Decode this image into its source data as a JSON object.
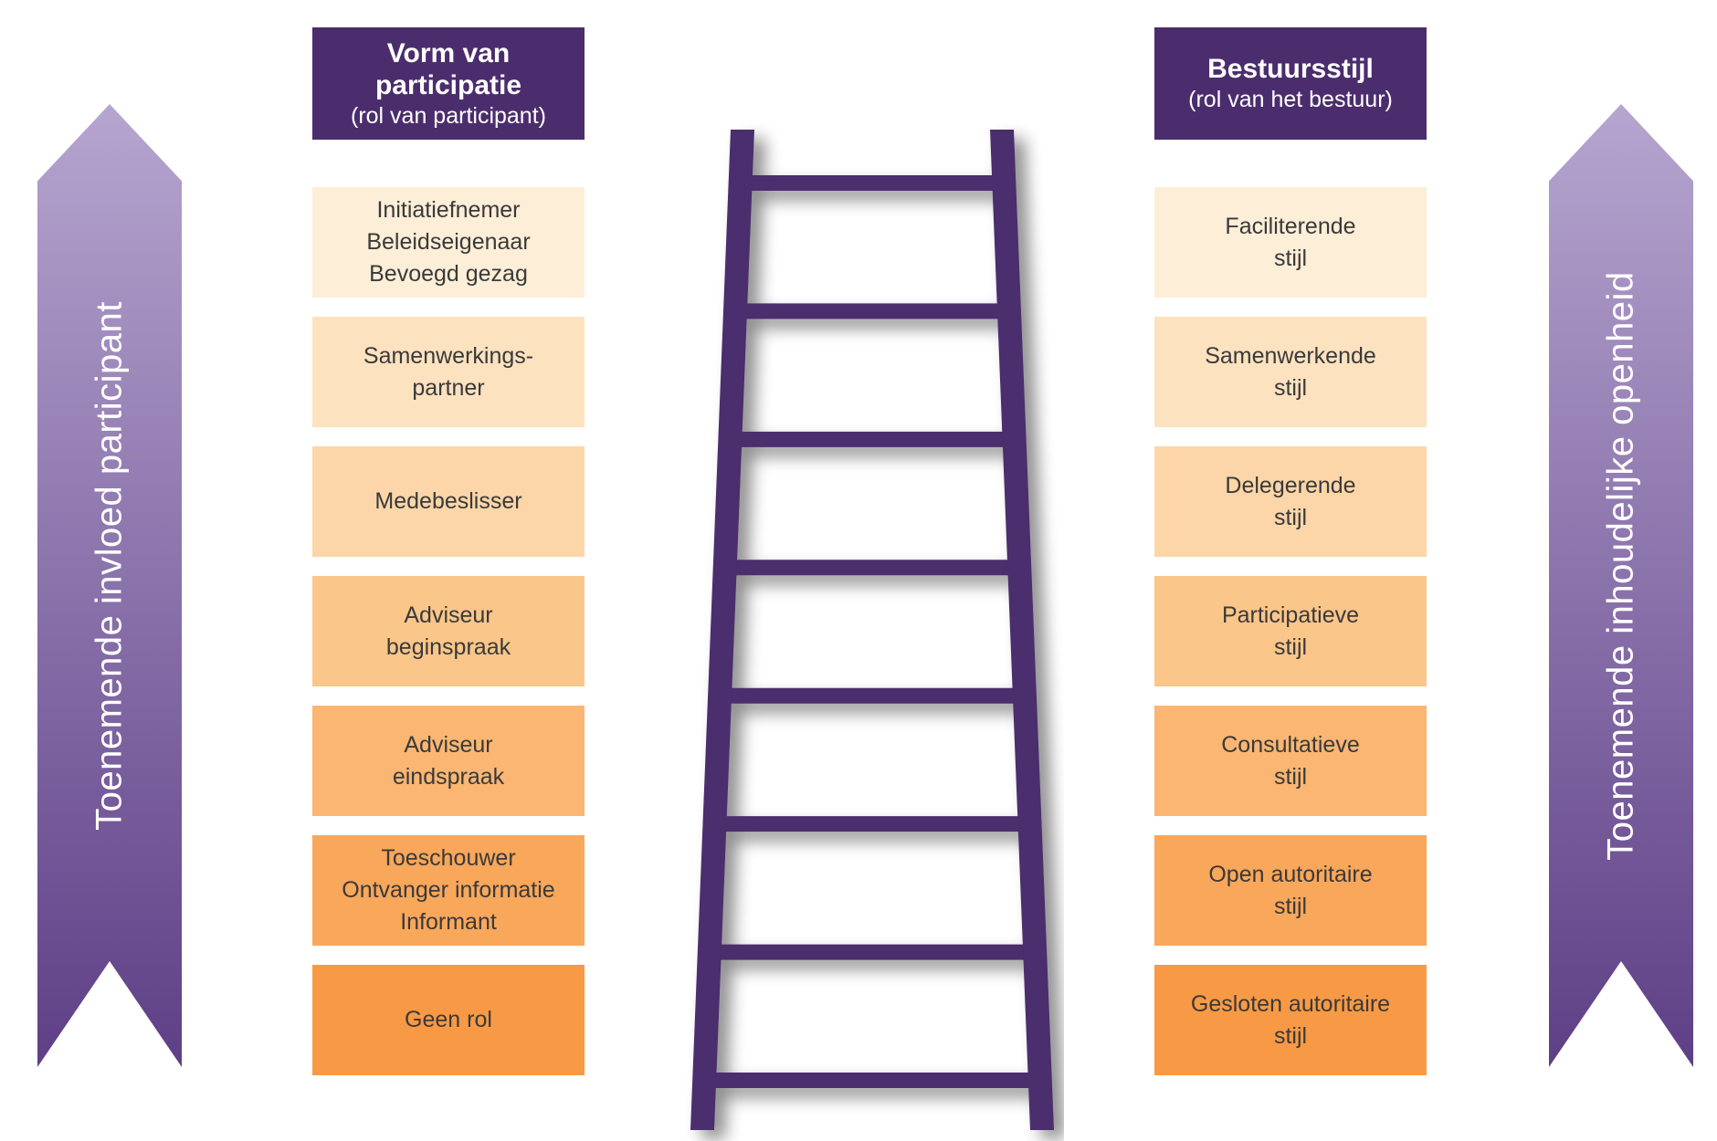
{
  "left_arrow": {
    "label": "Toenemende invloed participant",
    "color_top": "#b6a5cf",
    "color_bottom": "#5e3f86"
  },
  "right_arrow": {
    "label": "Toenemende inhoudelijke openheid",
    "color_top": "#b6a5cf",
    "color_bottom": "#5e3f86"
  },
  "left_column": {
    "header_title_lines": [
      "Vorm van",
      "participatie"
    ],
    "header_subtitle": "(rol van participant)",
    "boxes": [
      {
        "lines": [
          "Initiatiefnemer",
          "Beleidseigenaar",
          "Bevoegd gezag"
        ],
        "color": "#fdeed8"
      },
      {
        "lines": [
          "Samenwerkings-",
          "partner"
        ],
        "color": "#fde2c0"
      },
      {
        "lines": [
          "Medebeslisser"
        ],
        "color": "#fcd6a8"
      },
      {
        "lines": [
          "Adviseur",
          "beginspraak"
        ],
        "color": "#fbc68a"
      },
      {
        "lines": [
          "Adviseur",
          "eindspraak"
        ],
        "color": "#fab672"
      },
      {
        "lines": [
          "Toeschouwer",
          "Ontvanger informatie",
          "Informant"
        ],
        "color": "#f9a75a"
      },
      {
        "lines": [
          "Geen rol"
        ],
        "color": "#f89a45"
      }
    ]
  },
  "right_column": {
    "header_title_lines": [
      "Bestuursstijl"
    ],
    "header_subtitle": "(rol van het bestuur)",
    "boxes": [
      {
        "lines": [
          "Faciliterende",
          "stijl"
        ],
        "color": "#fdeed8"
      },
      {
        "lines": [
          "Samenwerkende",
          "stijl"
        ],
        "color": "#fde2c0"
      },
      {
        "lines": [
          "Delegerende",
          "stijl"
        ],
        "color": "#fcd6a8"
      },
      {
        "lines": [
          "Participatieve",
          "stijl"
        ],
        "color": "#fbc68a"
      },
      {
        "lines": [
          "Consultatieve",
          "stijl"
        ],
        "color": "#fab672"
      },
      {
        "lines": [
          "Open autoritaire",
          "stijl"
        ],
        "color": "#f9a75a"
      },
      {
        "lines": [
          "Gesloten autoritaire",
          "stijl"
        ],
        "color": "#f89a45"
      }
    ]
  },
  "colors": {
    "header": "#4b2d6d",
    "ladder": "#4b2d6d"
  },
  "ladder": {
    "rung_count": 8
  }
}
